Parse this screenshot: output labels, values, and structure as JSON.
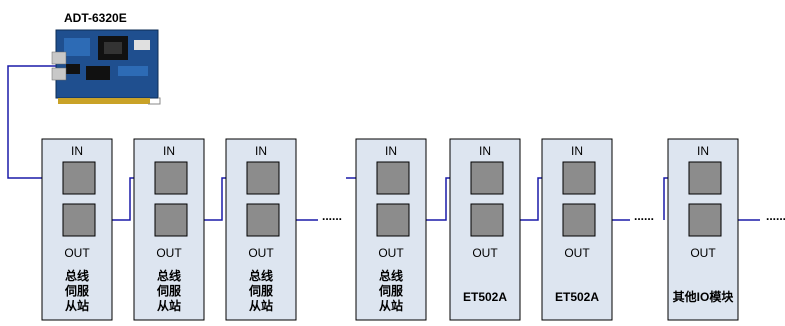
{
  "card": {
    "title": "ADT-6320E"
  },
  "colors": {
    "module_fill": "#dde5f0",
    "port_fill": "#8c8c8c",
    "wire": "#1a1aa8",
    "card_pcb": "#1f4f8f"
  },
  "modules": [
    {
      "in_label": "IN",
      "out_label": "OUT",
      "name_lines": [
        "总线",
        "伺服",
        "从站"
      ]
    },
    {
      "in_label": "IN",
      "out_label": "OUT",
      "name_lines": [
        "总线",
        "伺服",
        "从站"
      ]
    },
    {
      "in_label": "IN",
      "out_label": "OUT",
      "name_lines": [
        "总线",
        "伺服",
        "从站"
      ]
    },
    {
      "in_label": "IN",
      "out_label": "OUT",
      "name_lines": [
        "总线",
        "伺服",
        "从站"
      ]
    },
    {
      "in_label": "IN",
      "out_label": "OUT",
      "name_lines": [
        "ET502A"
      ]
    },
    {
      "in_label": "IN",
      "out_label": "OUT",
      "name_lines": [
        "ET502A"
      ]
    },
    {
      "in_label": "IN",
      "out_label": "OUT",
      "name_lines": [
        "其他IO模块"
      ]
    }
  ],
  "ellipses": [
    "......",
    "......",
    "......"
  ]
}
